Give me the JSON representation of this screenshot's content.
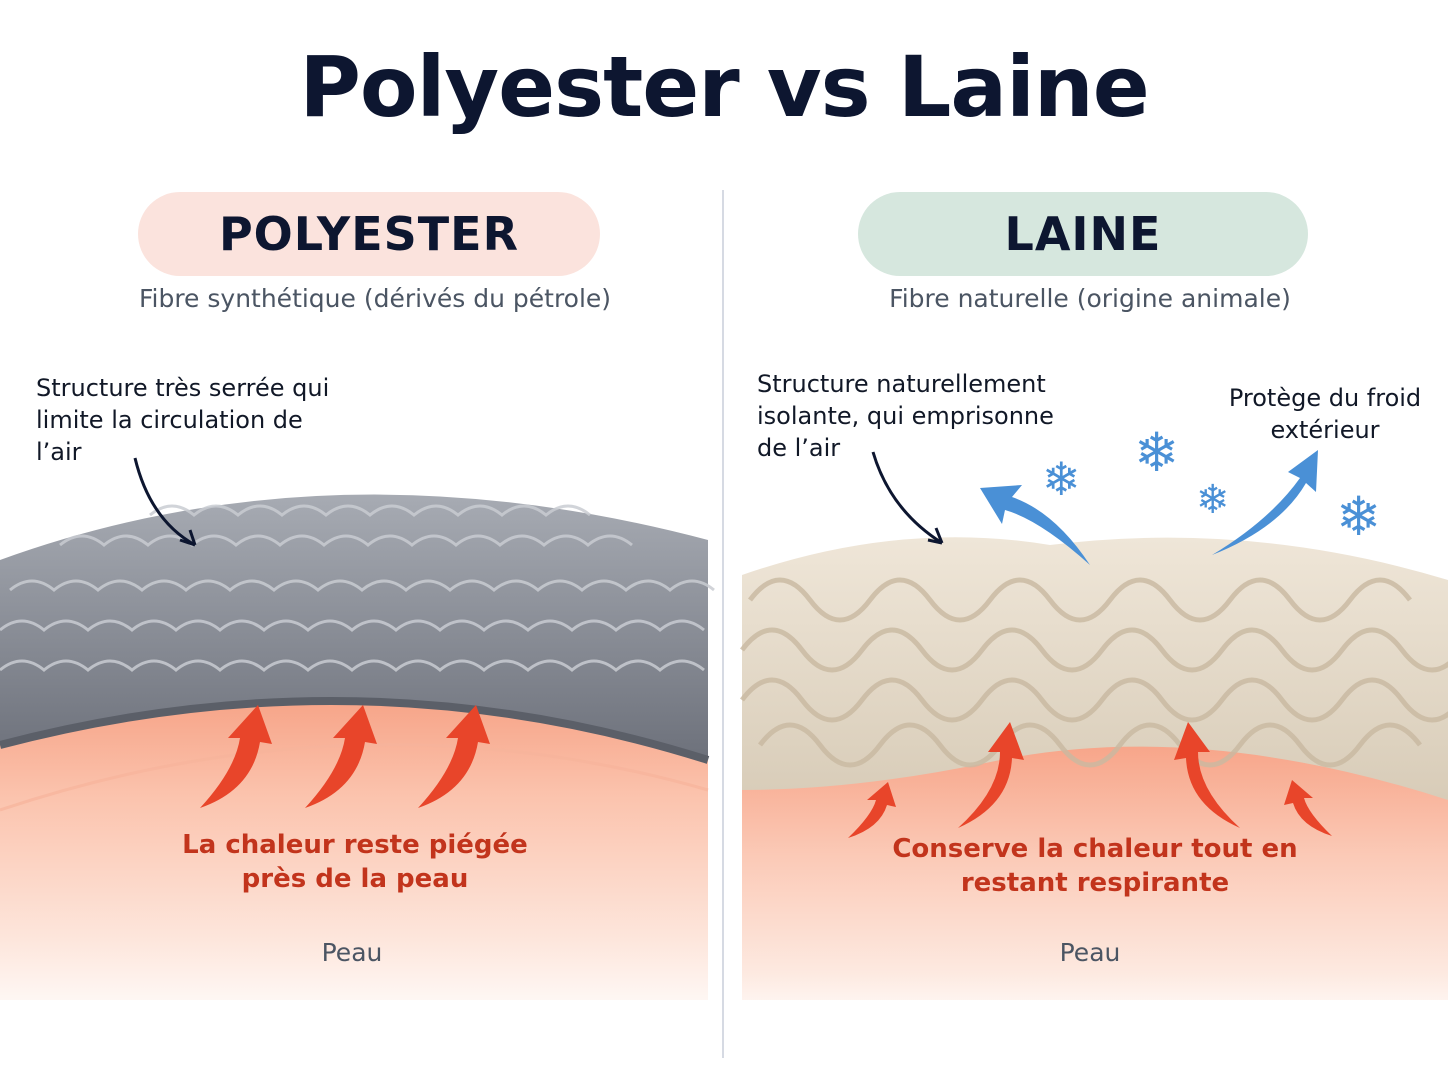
{
  "title": "Polyester vs Laine",
  "left": {
    "label": "POLYESTER",
    "subtitle": "Fibre synthétique (dérivés du pétrole)",
    "annotation": "Structure très serrée qui limite la circulation de l’air",
    "heat_text": "La chaleur reste piégée près de la peau",
    "skin_label": "Peau",
    "pill_color": "#fbe3dd",
    "fabric_color": "#8f939c"
  },
  "right": {
    "label": "LAINE",
    "subtitle": "Fibre naturelle (origine animale)",
    "annotation": "Structure naturellement isolante, qui emprisonne de l’air",
    "protect_text": "Protège du froid extérieur",
    "heat_text": "Conserve la chaleur tout en restant respirante",
    "skin_label": "Peau",
    "pill_color": "#d6e7de",
    "fabric_color": "#e6dccb"
  },
  "colors": {
    "heat_arrow": "#e8452a",
    "cold_arrow": "#4a90d6",
    "skin": "#f8a68a",
    "title": "#0d1630"
  },
  "icons": [
    "snowflake-icon",
    "heat-arrow-icon",
    "cold-arrow-icon",
    "pointer-arrow-icon"
  ]
}
